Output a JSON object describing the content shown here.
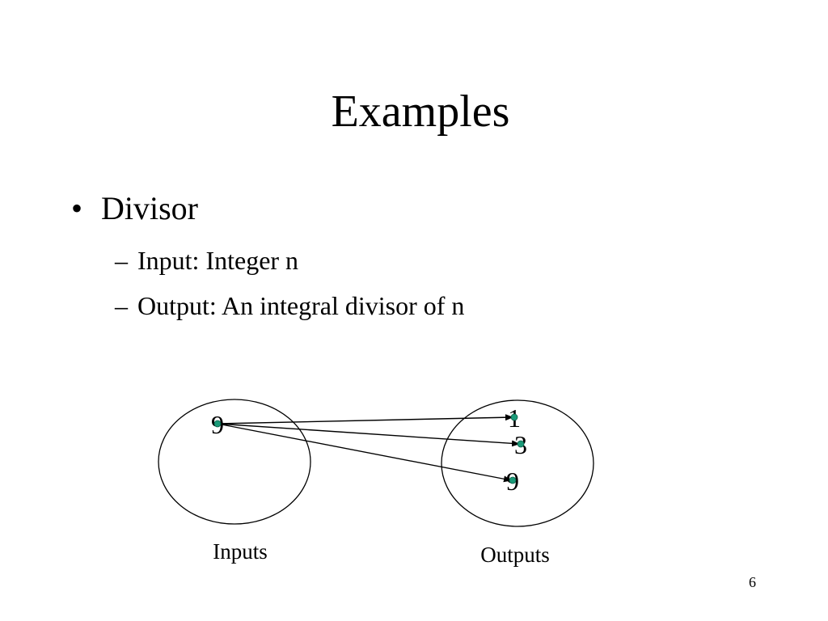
{
  "slide": {
    "title": "Examples",
    "page_number": "6"
  },
  "bullets": {
    "main": {
      "marker": "•",
      "label": "Divisor"
    },
    "sub": [
      {
        "marker": "–",
        "label": "Input: Integer n"
      },
      {
        "marker": "–",
        "label": "Output: An integral divisor of n"
      }
    ]
  },
  "diagram": {
    "inputs_label": "Inputs",
    "outputs_label": "Outputs",
    "input_values": [
      "9"
    ],
    "output_values": [
      "1",
      "3",
      "9"
    ],
    "mappings": [
      {
        "from": "9",
        "to": "1"
      },
      {
        "from": "9",
        "to": "3"
      },
      {
        "from": "9",
        "to": "9"
      }
    ],
    "colors": {
      "dot": "#1a9a78",
      "line": "#000000"
    }
  }
}
